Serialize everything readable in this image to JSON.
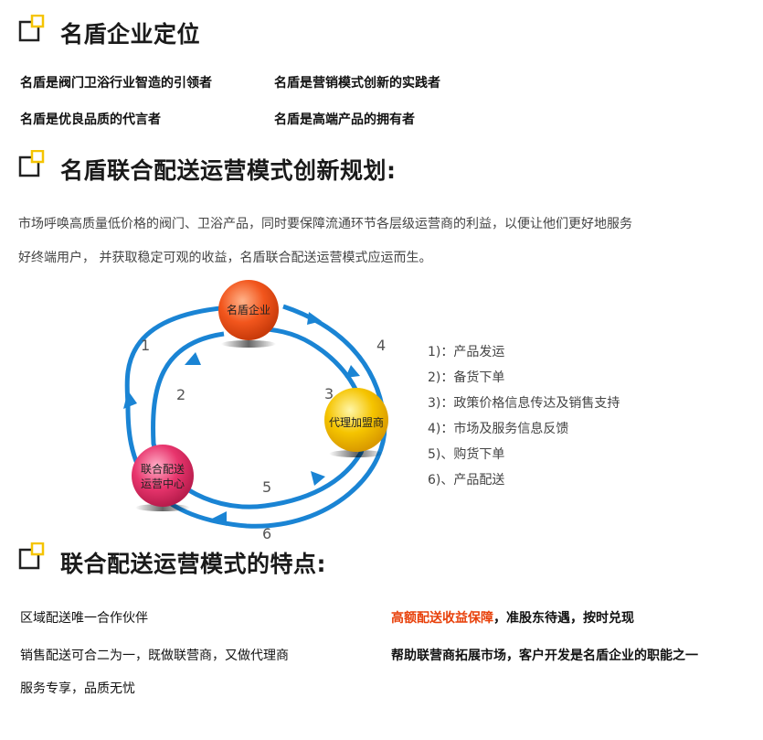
{
  "section1": {
    "title": "名盾企业定位",
    "items": [
      "名盾是阀门卫浴行业智造的引领者",
      "名盾是营销模式创新的实践者",
      "名盾是优良品质的代言者",
      "名盾是高端产品的拥有者"
    ]
  },
  "section2": {
    "title": "名盾联合配送运营模式创新规划:",
    "paragraph_line1": "市场呼唤高质量低价格的阀门、卫浴产品，同时要保障流通环节各层级运营商的利益，以便让他们更好地服务",
    "paragraph_line2": "好终端用户， 并获取稳定可观的收益，名盾联合配送运营模式应运而生。"
  },
  "diagram": {
    "node_top": "名盾企业",
    "node_right": "代理加盟商",
    "node_left_line1": "联合配送",
    "node_left_line2": "运营中心",
    "numbers": [
      "1",
      "2",
      "3",
      "4",
      "5",
      "6"
    ],
    "colors": {
      "arrow": "#1a84d4",
      "orange": "#f2561d",
      "yellow": "#f5c400",
      "pink": "#e8356d"
    }
  },
  "legend": [
    "1)：产品发运",
    "2)：备货下单",
    "3)：政策价格信息传达及销售支持",
    "4)：市场及服务信息反馈",
    "5)、购货下单",
    "6)、产品配送"
  ],
  "section3": {
    "title": "联合配送运营模式的特点:",
    "left_items": [
      "区域配送唯一合作伙伴",
      "销售配送可合二为一，既做联营商，又做代理商",
      "服务专享，品质无忧"
    ],
    "right_highlight": "高额配送收益保障",
    "right_item1_rest": "，准股东待遇，按时兑现",
    "right_item2": "帮助联营商拓展市场，客户开发是名盾企业的职能之一"
  }
}
